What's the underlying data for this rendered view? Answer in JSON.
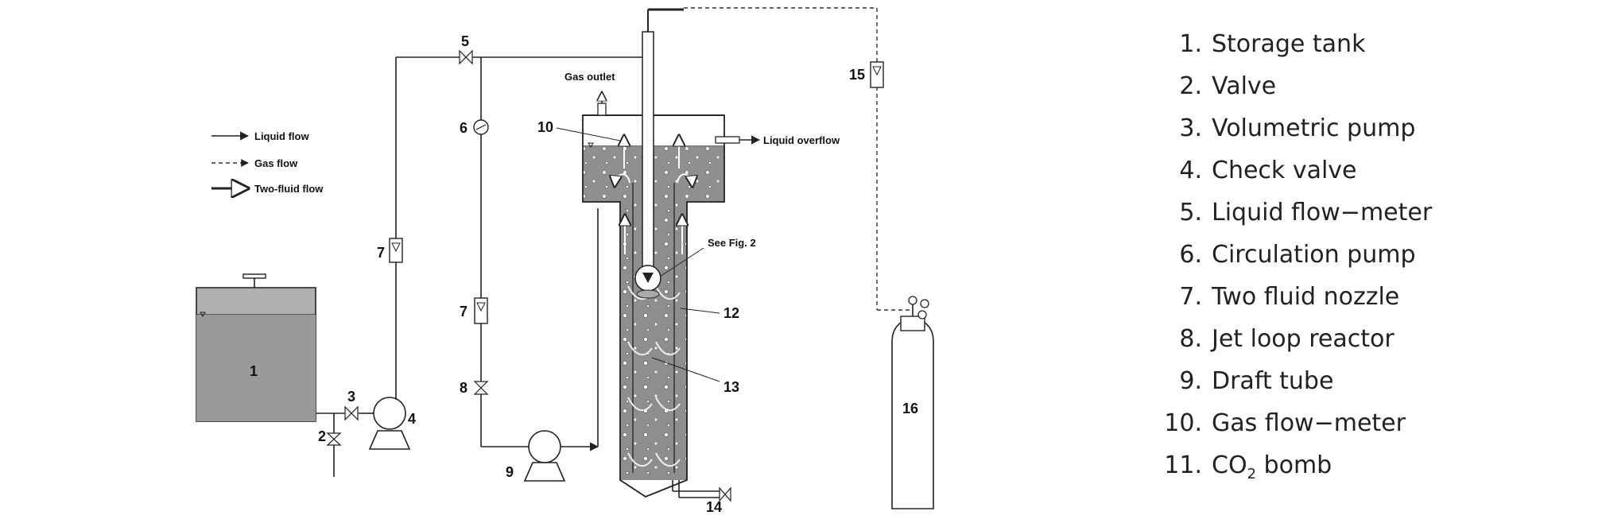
{
  "diagram": {
    "legend_lines": {
      "liquid": "Liquid flow",
      "gas": "Gas flow",
      "two_fluid": "Two-fluid flow"
    },
    "annotations": {
      "gas_outlet": "Gas outlet",
      "liquid_overflow": "Liquid overflow",
      "see_fig": "See Fig. 2"
    },
    "callouts": {
      "n1": "1",
      "n2": "2",
      "n3": "3",
      "n4": "4",
      "n5": "5",
      "n6": "6",
      "n7a": "7",
      "n7b": "7",
      "n8": "8",
      "n9": "9",
      "n10": "10",
      "n12": "12",
      "n13": "13",
      "n14": "14",
      "n15": "15",
      "n16": "16"
    }
  },
  "legend": {
    "items": [
      {
        "num": "1.",
        "text": "Storage tank"
      },
      {
        "num": "2.",
        "text": "Valve"
      },
      {
        "num": "3.",
        "text": "Volumetric pump"
      },
      {
        "num": "4.",
        "text": "Check valve"
      },
      {
        "num": "5.",
        "text": "Liquid flow−meter"
      },
      {
        "num": "6.",
        "text": "Circulation pump"
      },
      {
        "num": "7.",
        "text": "Two fluid nozzle"
      },
      {
        "num": "8.",
        "text": "Jet loop reactor"
      },
      {
        "num": "9.",
        "text": "Draft tube"
      },
      {
        "num": "10.",
        "text": "Gas flow−meter"
      },
      {
        "num": "11.",
        "text": "CO",
        "sub": "2",
        "tail": " bomb"
      }
    ]
  },
  "colors": {
    "liquid_fill": "#9a9a9a",
    "tank_fill": "#b0b0b0",
    "line": "#222222"
  }
}
